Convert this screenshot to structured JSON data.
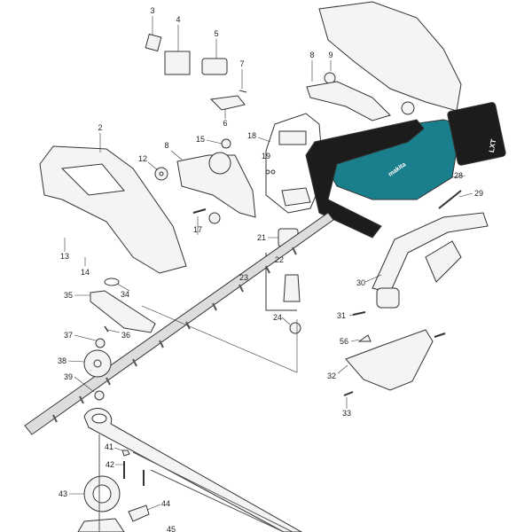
{
  "diagram": {
    "branding": {
      "brand": "makita",
      "battery_mark": "LXT"
    },
    "colors": {
      "tool_body": "#1a7f8c",
      "handle": "#1c1c1c",
      "line": "#333333",
      "part_fill": "#f4f4f4"
    },
    "callouts": [
      {
        "id": "3",
        "num": "3"
      },
      {
        "id": "4",
        "num": "4"
      },
      {
        "id": "5",
        "num": "5"
      },
      {
        "id": "7",
        "num": "7"
      },
      {
        "id": "6",
        "num": "6"
      },
      {
        "id": "8a",
        "num": "8"
      },
      {
        "id": "9",
        "num": "9"
      },
      {
        "id": "2",
        "num": "2"
      },
      {
        "id": "12",
        "num": "12"
      },
      {
        "id": "15",
        "num": "15"
      },
      {
        "id": "8b",
        "num": "8"
      },
      {
        "id": "18",
        "num": "18"
      },
      {
        "id": "19",
        "num": "19"
      },
      {
        "id": "17",
        "num": "17"
      },
      {
        "id": "13",
        "num": "13"
      },
      {
        "id": "14",
        "num": "14"
      },
      {
        "id": "21",
        "num": "21"
      },
      {
        "id": "22",
        "num": "22"
      },
      {
        "id": "23",
        "num": "23"
      },
      {
        "id": "24",
        "num": "24"
      },
      {
        "id": "28",
        "num": "28"
      },
      {
        "id": "29",
        "num": "29"
      },
      {
        "id": "30",
        "num": "30"
      },
      {
        "id": "31",
        "num": "31"
      },
      {
        "id": "56",
        "num": "56"
      },
      {
        "id": "32",
        "num": "32"
      },
      {
        "id": "33",
        "num": "33"
      },
      {
        "id": "34",
        "num": "34"
      },
      {
        "id": "35",
        "num": "35"
      },
      {
        "id": "36",
        "num": "36"
      },
      {
        "id": "37",
        "num": "37"
      },
      {
        "id": "38",
        "num": "38"
      },
      {
        "id": "39",
        "num": "39"
      },
      {
        "id": "41",
        "num": "41"
      },
      {
        "id": "42",
        "num": "42"
      },
      {
        "id": "43",
        "num": "43"
      },
      {
        "id": "44",
        "num": "44"
      },
      {
        "id": "45",
        "num": "45"
      }
    ]
  }
}
